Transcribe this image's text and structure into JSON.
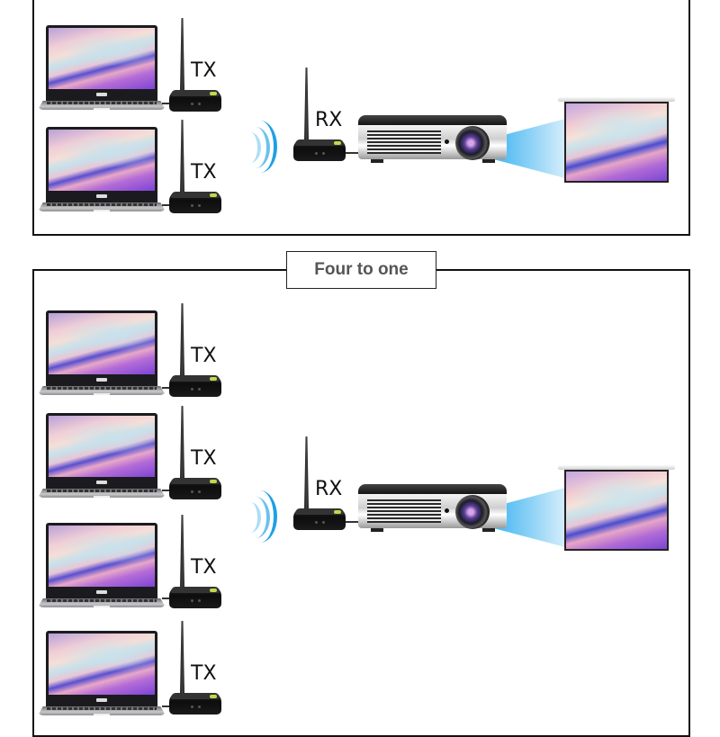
{
  "diagram": {
    "top_section": {
      "title": "",
      "transmitters": [
        {
          "label": "TX",
          "device": "laptop"
        },
        {
          "label": "TX",
          "device": "laptop"
        }
      ],
      "receiver": {
        "label": "RX",
        "device": "projector"
      },
      "output": "projection-screen",
      "signal": "wireless-wave-icon"
    },
    "bottom_section": {
      "title": "Four to one",
      "transmitters": [
        {
          "label": "TX",
          "device": "laptop"
        },
        {
          "label": "TX",
          "device": "laptop"
        },
        {
          "label": "TX",
          "device": "laptop"
        },
        {
          "label": "TX",
          "device": "laptop"
        }
      ],
      "receiver": {
        "label": "RX",
        "device": "projector"
      },
      "output": "projection-screen",
      "signal": "wireless-wave-icon"
    },
    "colors": {
      "border": "#111111",
      "title_text": "#555555",
      "wave": "#1ea0e6",
      "beam": "#1aa6ee",
      "led": "#c7d64a"
    }
  }
}
